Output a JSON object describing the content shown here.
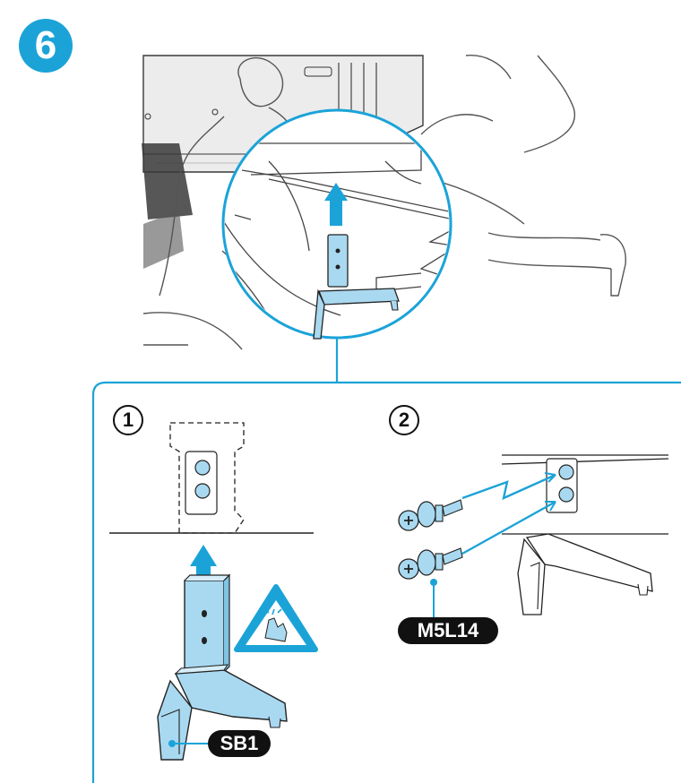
{
  "step": {
    "number": "6",
    "color": "#1ba3d8"
  },
  "substeps": [
    {
      "number": "1",
      "part_label": "SB1"
    },
    {
      "number": "2",
      "part_label": "M5L14"
    }
  ],
  "icons": {
    "arrow_up": "arrow-up-icon",
    "pinch_warning": "pinch-warning-icon"
  },
  "colors": {
    "accent": "#1ba3d8",
    "line": "#2b2b2b",
    "part_fill": "#a9d9f0"
  }
}
